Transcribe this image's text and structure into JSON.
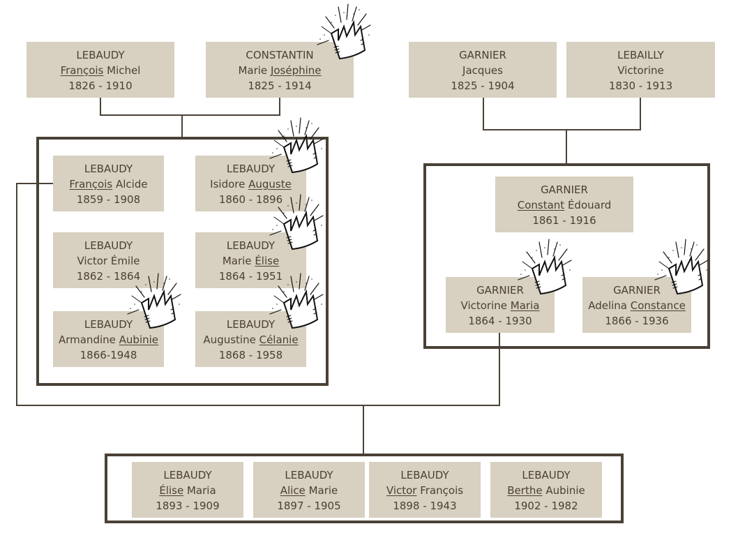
{
  "colors": {
    "card_bg": "#d8d0c0",
    "line": "#4a4136",
    "text": "#4a3f33",
    "background": "#ffffff"
  },
  "grandparents": {
    "paternal": [
      {
        "surname": "LEBAUDY",
        "first": "François",
        "rest": "Michel",
        "underline": "first",
        "dates": "1826 - 1910",
        "crown": false
      },
      {
        "surname": "CONSTANTIN",
        "first": "Marie",
        "rest": "Joséphine",
        "underline": "rest",
        "dates": "1825 - 1914",
        "crown": true
      }
    ],
    "maternal": [
      {
        "surname": "GARNIER",
        "first": "Jacques",
        "rest": "",
        "underline": "none",
        "dates": "1825 - 1904",
        "crown": false
      },
      {
        "surname": "LEBAILLY",
        "first": "Victorine",
        "rest": "",
        "underline": "none",
        "dates": "1830 - 1913",
        "crown": false
      }
    ]
  },
  "paternal_siblings": [
    {
      "surname": "LEBAUDY",
      "first": "François",
      "rest": "Alcide",
      "underline": "first",
      "dates": "1859 - 1908",
      "crown": false
    },
    {
      "surname": "LEBAUDY",
      "first": "Isidore",
      "rest": "Auguste",
      "underline": "rest",
      "dates": "1860 - 1896",
      "crown": true
    },
    {
      "surname": "LEBAUDY",
      "first": "Victor",
      "rest": "Émile",
      "underline": "none",
      "dates": "1862 - 1864",
      "crown": false
    },
    {
      "surname": "LEBAUDY",
      "first": "Marie",
      "rest": "Élise",
      "underline": "rest",
      "dates": "1864 - 1951",
      "crown": true
    },
    {
      "surname": "LEBAUDY",
      "first": "Armandine",
      "rest": "Aubinie",
      "underline": "rest",
      "dates": "1866-1948",
      "crown": true
    },
    {
      "surname": "LEBAUDY",
      "first": "Augustine",
      "rest": "Célanie",
      "underline": "rest",
      "dates": "1868 - 1958",
      "crown": true
    }
  ],
  "maternal_siblings": [
    {
      "surname": "GARNIER",
      "first": "Constant",
      "rest": "Édouard",
      "underline": "first",
      "dates": "1861 - 1916",
      "crown": false
    },
    {
      "surname": "GARNIER",
      "first": "Victorine",
      "rest": "Maria",
      "underline": "rest",
      "dates": "1864 - 1930",
      "crown": true
    },
    {
      "surname": "GARNIER",
      "first": "Adelina",
      "rest": "Constance",
      "underline": "rest",
      "dates": "1866 - 1936",
      "crown": true
    }
  ],
  "children": [
    {
      "surname": "LEBAUDY",
      "first": "Élise",
      "rest": "Maria",
      "underline": "first",
      "dates": "1893 - 1909",
      "crown": false
    },
    {
      "surname": "LEBAUDY",
      "first": "Alice",
      "rest": "Marie",
      "underline": "first",
      "dates": "1897 - 1905",
      "crown": false
    },
    {
      "surname": "LEBAUDY",
      "first": "Victor",
      "rest": "François",
      "underline": "first",
      "dates": "1898 - 1943",
      "crown": false
    },
    {
      "surname": "LEBAUDY",
      "first": "Berthe",
      "rest": "Aubinie",
      "underline": "first",
      "dates": "1902 - 1982",
      "crown": false
    }
  ]
}
